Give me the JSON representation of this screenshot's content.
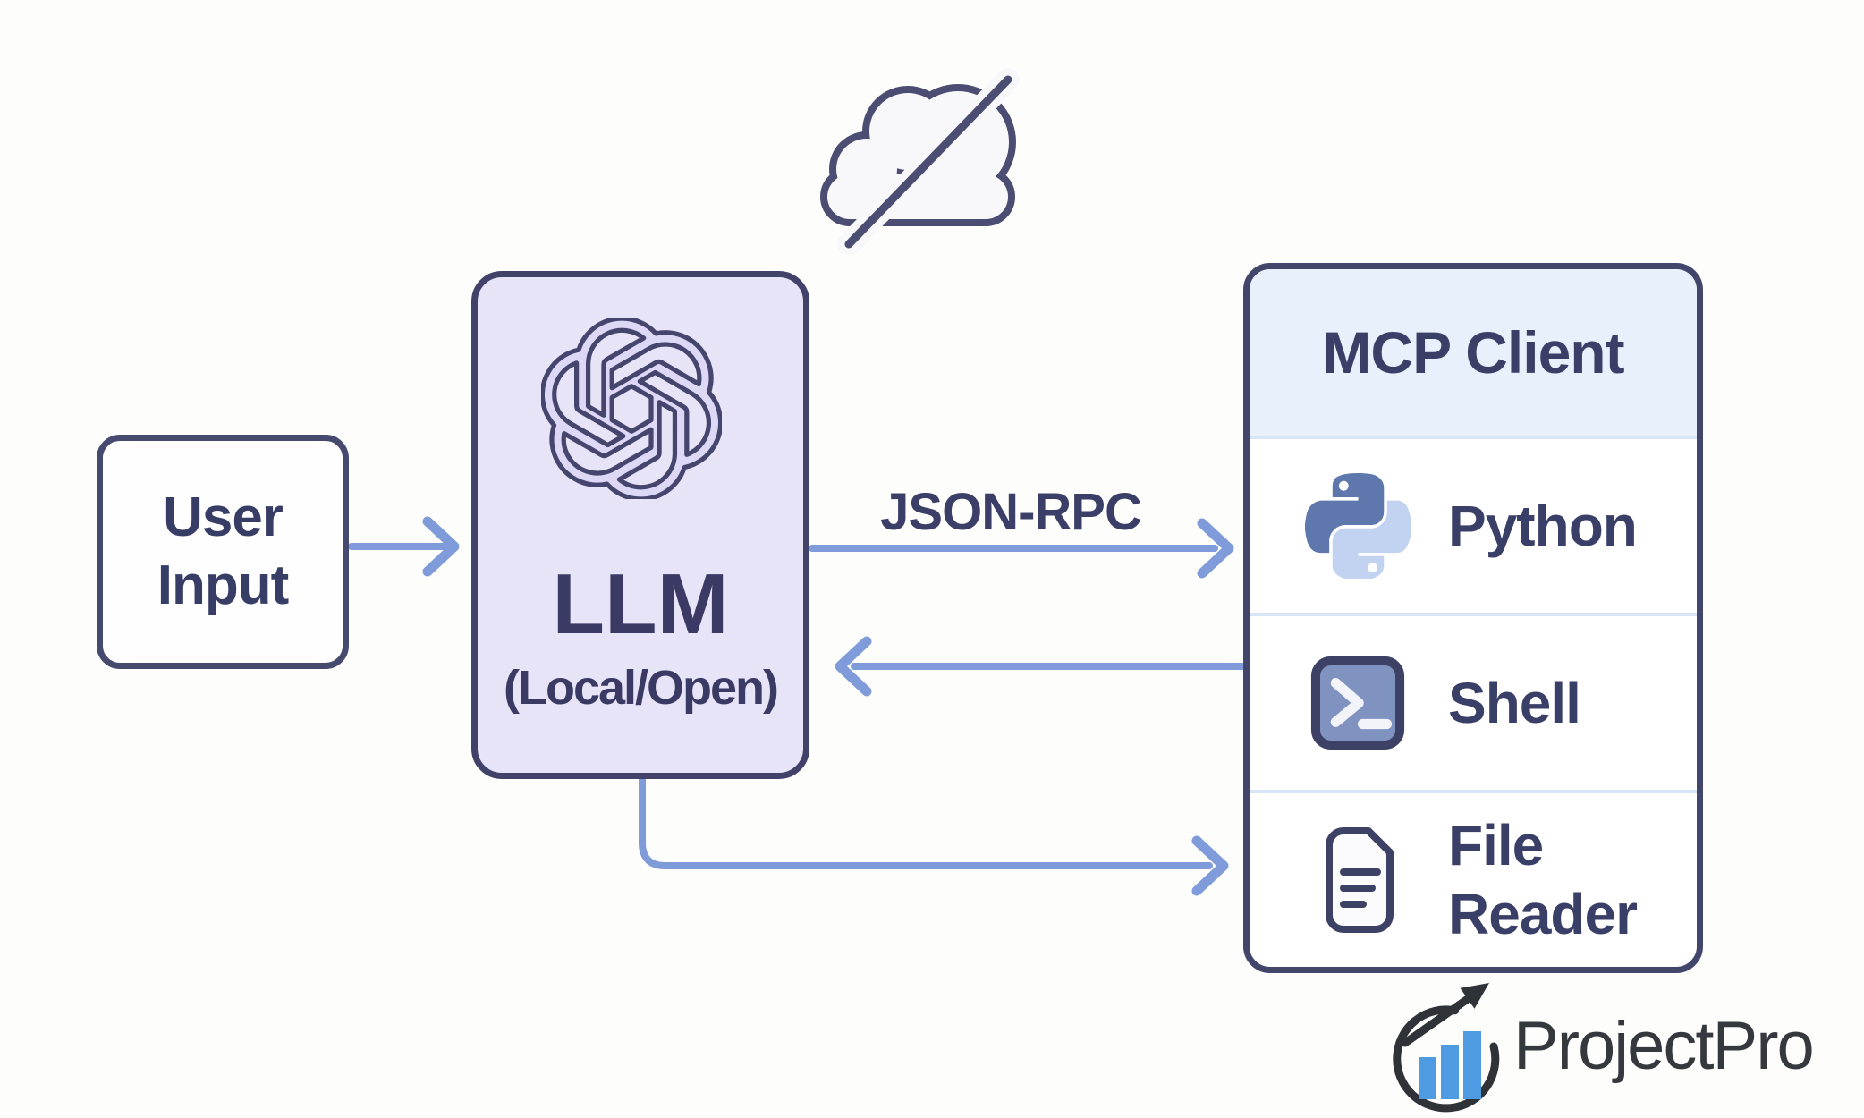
{
  "diagram": {
    "offline_badge": {
      "icon": "cloud-slash-icon"
    },
    "user_input": {
      "label": "User Input"
    },
    "llm": {
      "icon": "openai-logo-icon",
      "title": "LLM",
      "subtitle": "(Local/Open)"
    },
    "json_rpc": {
      "label": "JSON-RPC"
    },
    "mcp_client": {
      "title": "MCP Client",
      "tools": [
        {
          "icon": "python-icon",
          "label": "Python"
        },
        {
          "icon": "shell-terminal-icon",
          "label": "Shell"
        },
        {
          "icon": "file-document-icon",
          "label": "File Reader"
        }
      ]
    },
    "colors": {
      "outline_navy": "#43466b",
      "text_navy": "#3a3f68",
      "llm_fill": "#e8e4f7",
      "openai_petal": "#ddd8f5",
      "mcp_header_fill": "#e7f0fb",
      "divider_blue": "#d8e5f6",
      "arrow_blue": "#7f9bd9",
      "python_dark": "#5e77ac",
      "python_light": "#c2d2f1",
      "shell_fill": "#8093c0",
      "brand_text": "#35393e",
      "brand_blue": "#4e9be1"
    }
  },
  "branding": {
    "logo_text": "ProjectPro",
    "logo_icon": "projectpro-growth-icon"
  }
}
